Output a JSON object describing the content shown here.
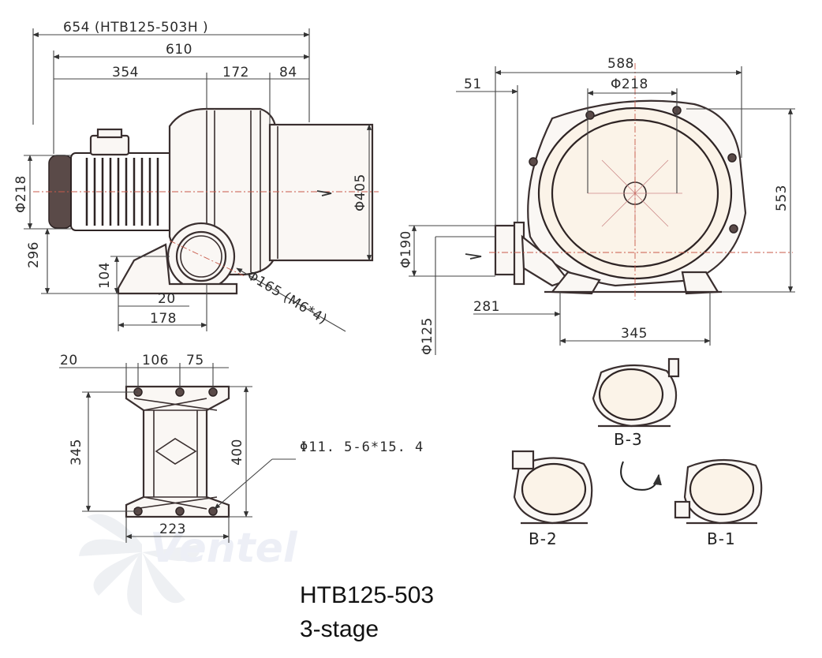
{
  "side_view": {
    "dim_overall": "654 (HTB125-503H )",
    "dim_length": "610",
    "dim_a": "354",
    "dim_b": "172",
    "dim_c": "84",
    "dim_motor_dia": "Φ218",
    "dim_height": "296",
    "dim_base_height": "104",
    "dim_outlet_dia": "Φ405",
    "dim_foot_a": "20",
    "dim_foot_b": "178",
    "dim_flange": "Φ165 (M6*4)"
  },
  "front_view": {
    "dim_width": "588",
    "dim_offset": "51",
    "dim_center_dia": "Φ218",
    "dim_height": "553",
    "dim_inlet_dia": "Φ190",
    "dim_inlet_pipe": "Φ125",
    "dim_inlet_len": "281",
    "dim_base_width": "345"
  },
  "base_view": {
    "dim_a": "20",
    "dim_b": "106",
    "dim_c": "75",
    "dim_inner": "345",
    "dim_outer": "400",
    "dim_width": "223",
    "dim_holes": "Φ11. 5-6*15. 4"
  },
  "orientations": {
    "b3": "B-3",
    "b2": "B-2",
    "b1": "B-1"
  },
  "watermark": {
    "brand": "Ventel"
  },
  "caption": {
    "model": "HTB125-503",
    "stage": "3-stage"
  }
}
